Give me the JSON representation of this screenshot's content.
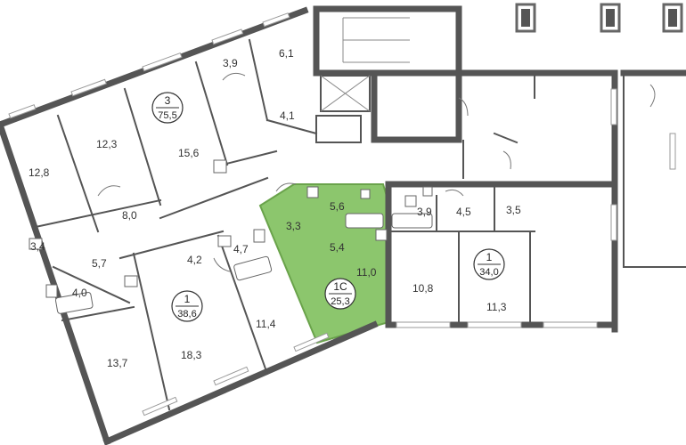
{
  "colors": {
    "wall": "#555555",
    "highlight": "#8cc66d",
    "highlight_border": "#6aa34b",
    "background": "#ffffff"
  },
  "apartments": [
    {
      "id": "apt-3",
      "number": "3",
      "area": "75,5"
    },
    {
      "id": "apt-1-left",
      "number": "1",
      "area": "38,6"
    },
    {
      "id": "apt-1c",
      "number": "1С",
      "area": "25,3",
      "highlighted": true
    },
    {
      "id": "apt-1-right",
      "number": "1",
      "area": "34,0"
    }
  ],
  "rooms": [
    "6,1",
    "3,9",
    "12,3",
    "15,6",
    "4,1",
    "12,8",
    "8,0",
    "3,4",
    "5,7",
    "4,0",
    "4,2",
    "4,7",
    "18,3",
    "11,4",
    "13,7",
    "3,3",
    "5,6",
    "5,4",
    "11,0",
    "3,9",
    "4,5",
    "3,5",
    "10,8",
    "11,3"
  ]
}
